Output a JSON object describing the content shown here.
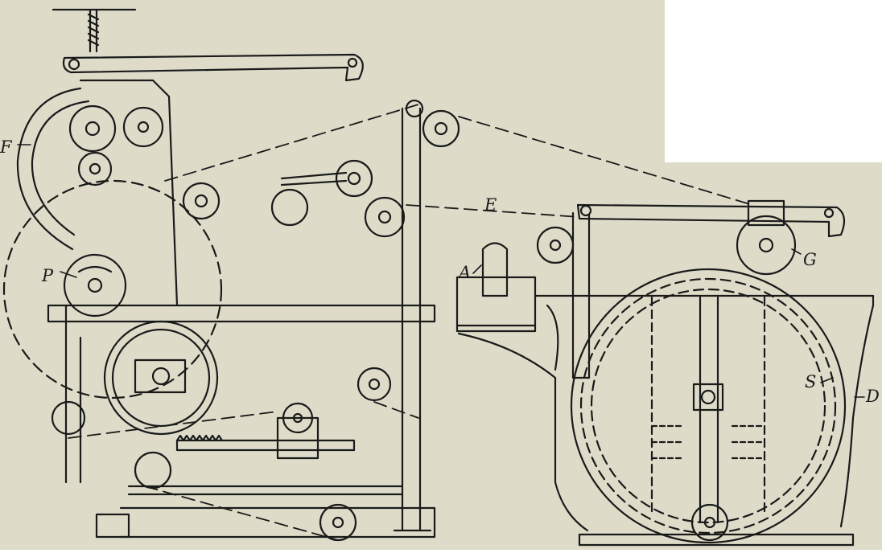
{
  "figure": {
    "paper_color": "#dedcc9",
    "blank_color": "#ffffff",
    "ink_color": "#1a1a1a",
    "labels": {
      "F": "F",
      "P": "P",
      "E": "E",
      "A": "A",
      "G": "G",
      "S": "S",
      "D": "D"
    }
  }
}
